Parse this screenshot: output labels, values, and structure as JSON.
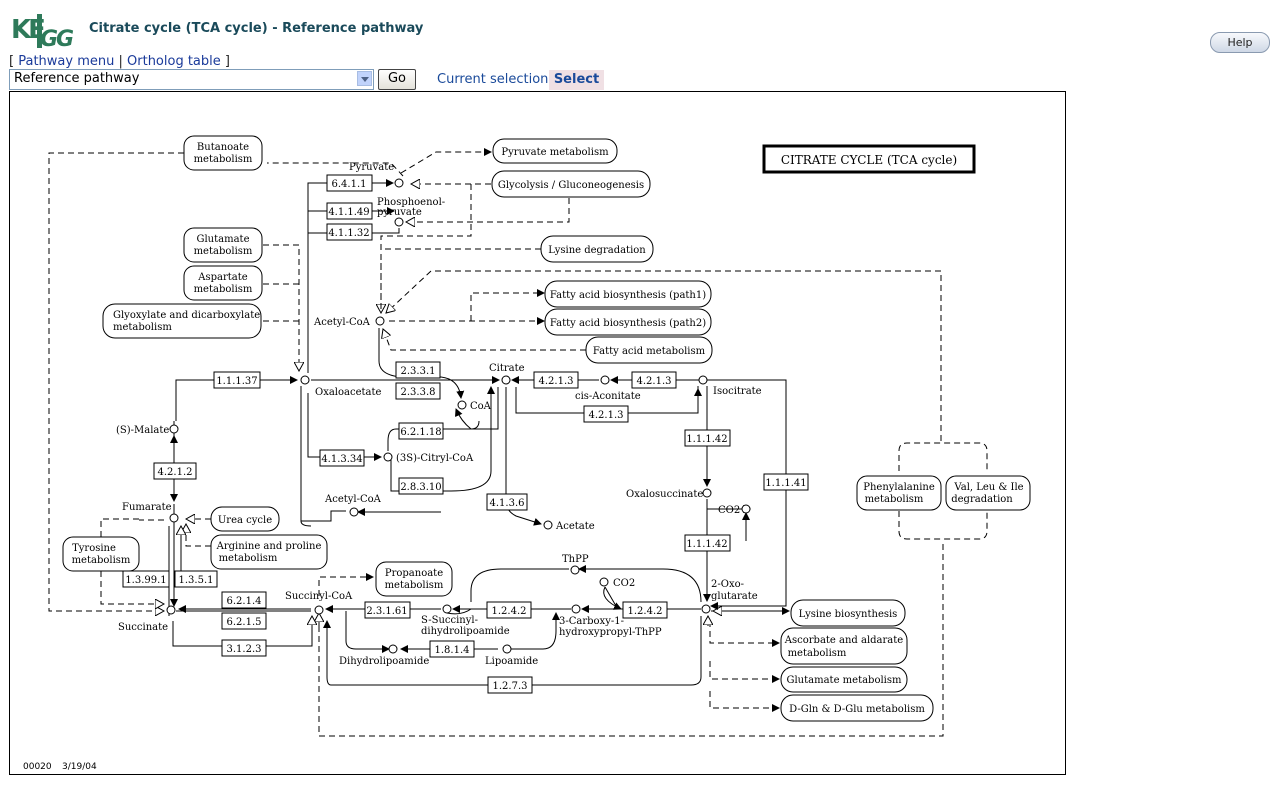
{
  "header": {
    "logo_text": "KEGG",
    "title": "Citrate cycle (TCA cycle) - Reference pathway",
    "help_label": "Help"
  },
  "links": {
    "open": "[",
    "pathway_menu": "Pathway menu",
    "sep": "|",
    "ortholog_table": "Ortholog table",
    "close": "]"
  },
  "controls": {
    "select_value": "Reference pathway",
    "go_label": "Go",
    "current_selection": "Current selection",
    "select_label": "Select"
  },
  "map": {
    "title_box": "CITRATE CYCLE (TCA cycle)",
    "footer_id": "00020",
    "footer_date": "3/19/04",
    "compounds": {
      "pyruvate": "Pyruvate",
      "pep1": "Phosphoenol-",
      "pep2": "pyruvate",
      "acetylcoa": "Acetyl-CoA",
      "oxaloacetate": "Oxaloacetate",
      "citrate": "Citrate",
      "coa": "CoA",
      "cisaconitate": "cis-Aconitate",
      "isocitrate": "Isocitrate",
      "smalate": "(S)-Malate",
      "citrylcoa": "(3S)-Citryl-CoA",
      "acetylcoa2": "Acetyl-CoA",
      "acetate": "Acetate",
      "oxalosuccinate": "Oxalosuccinate",
      "co2a": "CO2",
      "fumarate": "Fumarate",
      "succinate": "Succinate",
      "succinylcoa": "Succinyl-CoA",
      "thpp": "ThPP",
      "co2b": "CO2",
      "oxoglut1": "2-Oxo-",
      "oxoglut2": "glutarate",
      "ssucc1": "S-Succinyl-",
      "ssucc2": "dihydrolipoamide",
      "carboxy1": "3-Carboxy-1-",
      "carboxy2": "hydroxypropyl-ThPP",
      "dihydrolipo": "Dihydrolipoamide",
      "lipoamide": "Lipoamide"
    },
    "enzymes": {
      "e6411": "6.4.1.1",
      "e41149": "4.1.1.49",
      "e41132": "4.1.1.32",
      "e1137": "1.1.1.37",
      "e2331": "2.3.3.1",
      "e2338": "2.3.3.8",
      "e4213a": "4.2.1.3",
      "e4213b": "4.2.1.3",
      "e4213c": "4.2.1.3",
      "e62118": "6.2.1.18",
      "e41334": "4.1.3.34",
      "e28310": "2.8.3.10",
      "e4136": "4.1.3.6",
      "e4212": "4.2.1.2",
      "e11142a": "1.1.1.42",
      "e11141": "1.1.1.41",
      "e11142b": "1.1.1.42",
      "e13991": "1.3.99.1",
      "e1351": "1.3.5.1",
      "e6214": "6.2.1.4",
      "e6215": "6.2.1.5",
      "e3123": "3.1.2.3",
      "e23161": "2.3.1.61",
      "e1242a": "1.2.4.2",
      "e1242b": "1.2.4.2",
      "e1814": "1.8.1.4",
      "e1273": "1.2.7.3"
    },
    "pathways": {
      "butanoate1": "Butanoate",
      "butanoate2": "metabolism",
      "pyruvate": "Pyruvate metabolism",
      "glycolysis": "Glycolysis / Gluconeogenesis",
      "glutamate1": "Glutamate",
      "glutamate2": "metabolism",
      "aspartate1": "Aspartate",
      "aspartate2": "metabolism",
      "glyoxylate1": "Glyoxylate and dicarboxylate",
      "glyoxylate2": "metabolism",
      "lysinedeg": "Lysine degradation",
      "fab1": "Fatty acid biosynthesis (path1)",
      "fab2": "Fatty acid biosynthesis (path2)",
      "fam": "Fatty acid metabolism",
      "phe1": "Phenylalanine",
      "phe2": "metabolism",
      "vli1": "Val, Leu & Ile",
      "vli2": "degradation",
      "urea": "Urea cycle",
      "tyr1": "Tyrosine",
      "tyr2": "metabolism",
      "arg1": "Arginine and proline",
      "arg2": "metabolism",
      "prop1": "Propanoate",
      "prop2": "metabolism",
      "lysbio": "Lysine biosynthesis",
      "asc1": "Ascorbate and aldarate",
      "asc2": "metabolism",
      "glumet": "Glutamate metabolism",
      "dgln": "D-Gln & D-Glu metabolism"
    }
  }
}
